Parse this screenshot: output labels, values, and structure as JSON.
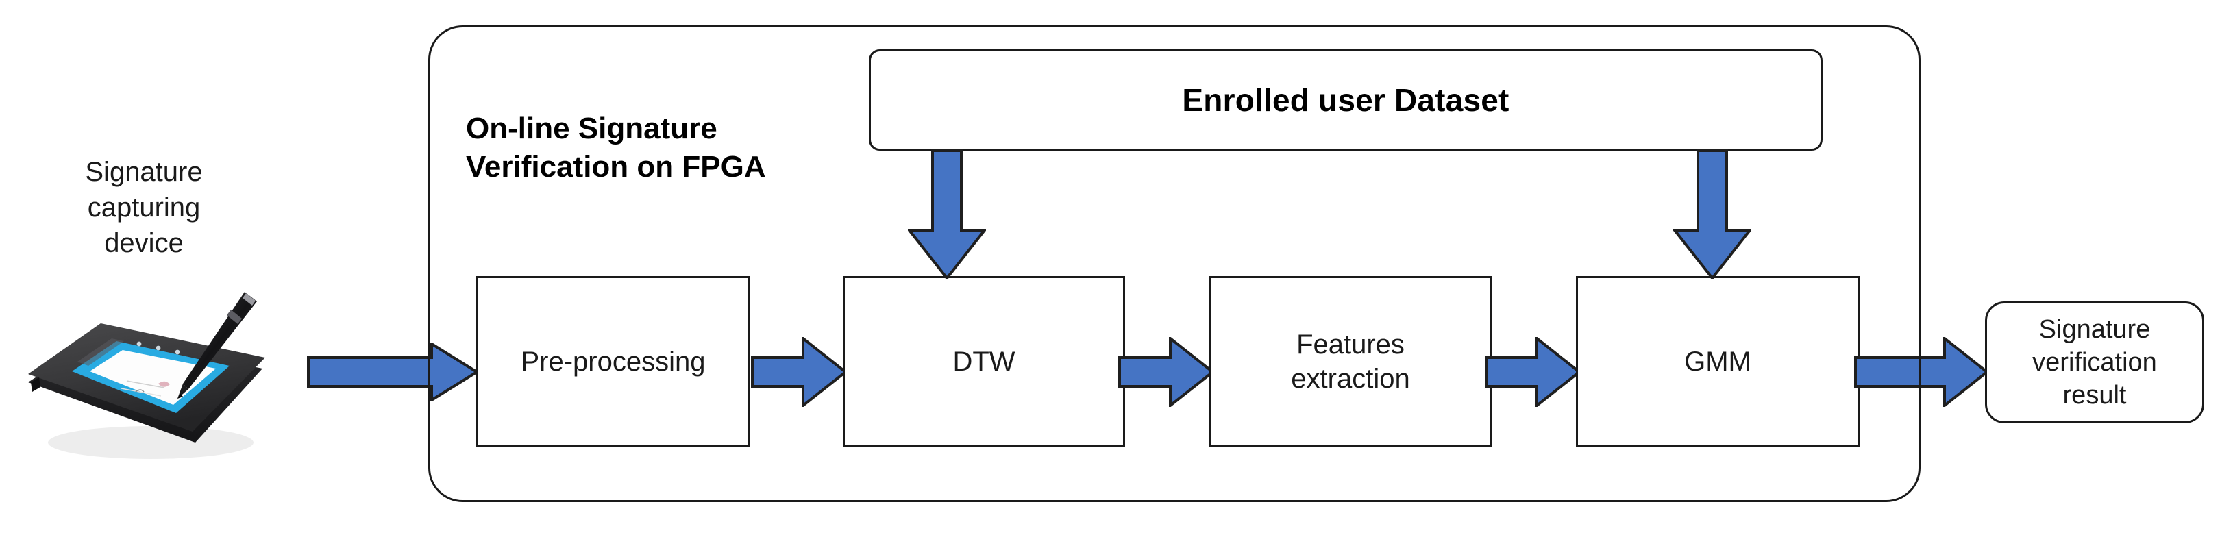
{
  "diagram": {
    "title": "On-line Signature Verification on FPGA system block diagram",
    "colors": {
      "arrow_fill": "#4574C4",
      "arrow_stroke": "#1F1F1F",
      "box_stroke": "#1A1A1A",
      "text": "#1A1A1A",
      "background": "#FFFFFF",
      "tablet_body": "#3A3A3C",
      "tablet_screen_border": "#29ABE2",
      "tablet_screen": "#FFFFFF",
      "stylus": "#1B1B1D"
    },
    "input": {
      "label": "Signature\ncapturing\ndevice",
      "device_icon": "signature-tablet-icon",
      "stylus_icon": "stylus-pen-icon"
    },
    "container": {
      "title": "On-line Signature\nVerification on FPGA"
    },
    "dataset": {
      "label": "Enrolled user Dataset"
    },
    "pipeline": [
      {
        "id": "pre-processing",
        "label": "Pre-processing"
      },
      {
        "id": "dtw",
        "label": "DTW"
      },
      {
        "id": "features-extraction",
        "label": "Features\nextraction"
      },
      {
        "id": "gmm",
        "label": "GMM"
      }
    ],
    "output": {
      "label": "Signature\nverification\nresult"
    },
    "arrows": [
      {
        "id": "tablet-to-preprocessing",
        "direction": "right",
        "from": "Signature capturing device",
        "to": "Pre-processing"
      },
      {
        "id": "preprocessing-to-dtw",
        "direction": "right",
        "from": "Pre-processing",
        "to": "DTW"
      },
      {
        "id": "dtw-to-features",
        "direction": "right",
        "from": "DTW",
        "to": "Features extraction"
      },
      {
        "id": "features-to-gmm",
        "direction": "right",
        "from": "Features extraction",
        "to": "GMM"
      },
      {
        "id": "gmm-to-result",
        "direction": "right",
        "from": "GMM",
        "to": "Signature verification result"
      },
      {
        "id": "dataset-to-dtw",
        "direction": "down",
        "from": "Enrolled user Dataset",
        "to": "DTW"
      },
      {
        "id": "dataset-to-gmm",
        "direction": "down",
        "from": "Enrolled user Dataset",
        "to": "GMM"
      }
    ]
  }
}
